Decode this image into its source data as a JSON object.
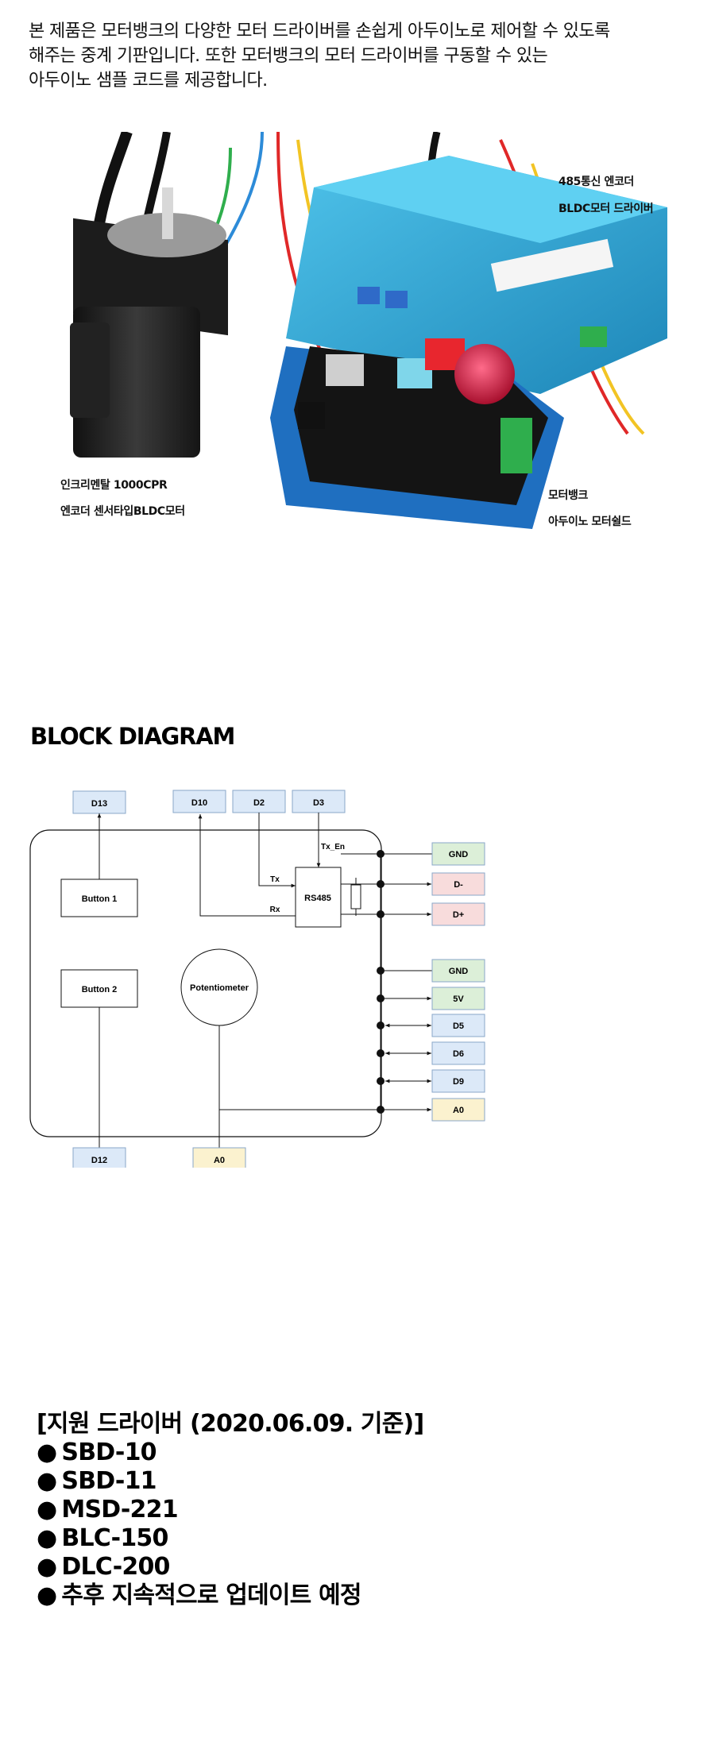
{
  "intro": {
    "line1": "본 제품은 모터뱅크의 다양한 모터 드라이버를 손쉽게 아두이노로 제어할 수 있도록",
    "line2": "해주는 중계 기판입니다. 또한 모터뱅크의 모터 드라이버를 구동할 수 있는",
    "line3": "아두이노 샘플 코드를 제공합니다."
  },
  "photo_labels": {
    "driver_line1": "485통신 엔코더",
    "driver_line2": "BLDC모터 드라이버",
    "motor_line1": "인크리멘탈 1000CPR",
    "motor_line2": "엔코더 센서타입BLDC모터",
    "shield_line1": "모터뱅크",
    "shield_line2": "아두이노 모터쉴드"
  },
  "block_diagram": {
    "title": "BLOCK DIAGRAM",
    "top_pins": [
      "D13",
      "D10",
      "D2",
      "D3"
    ],
    "bottom_pins": [
      "D12",
      "A0"
    ],
    "blocks": {
      "button1": "Button 1",
      "button2": "Button 2",
      "potentiometer": "Potentiometer",
      "rs485": "RS485"
    },
    "signals": {
      "tx": "Tx",
      "rx": "Rx",
      "tx_en": "Tx_En"
    },
    "right_pins": [
      "GND",
      "D-",
      "D+",
      "GND",
      "5V",
      "D5",
      "D6",
      "D9",
      "A0"
    ],
    "colors": {
      "blue": "#dce9f8",
      "green": "#dcefd8",
      "red": "#f8dcdc",
      "yellow": "#fbf2cf",
      "border": "#8aa7c9"
    }
  },
  "support": {
    "title": "[지원 드라이버 (2020.06.09. 기준)]",
    "bullet": "●",
    "items": [
      "SBD-10",
      "SBD-11",
      "MSD-221",
      "BLC-150",
      "DLC-200",
      "추후 지속적으로 업데이트 예정"
    ]
  }
}
